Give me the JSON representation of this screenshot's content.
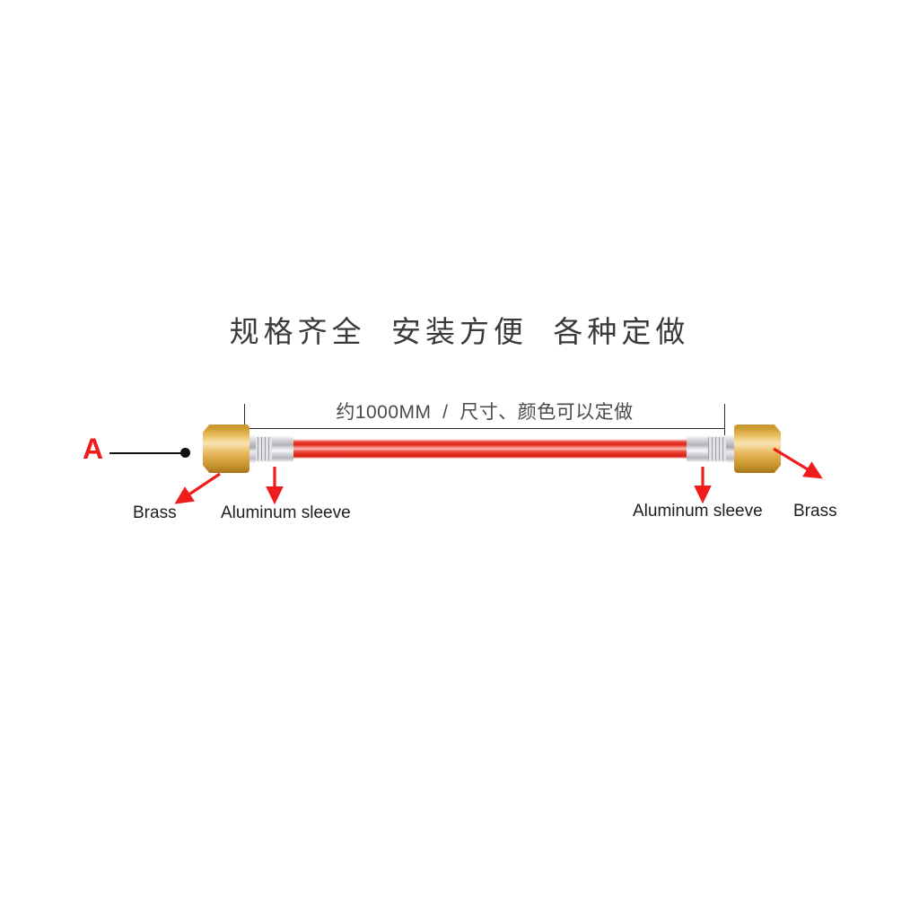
{
  "headline": {
    "text": "规格齐全  安装方便  各种定做"
  },
  "dimension": {
    "label": "约1000MM  /  尺寸、颜色可以定做",
    "length_value": "约1000MM",
    "note": "尺寸、颜色可以定做",
    "separator": "/"
  },
  "variant_marker": {
    "label": "A",
    "color": "#ee1c1c"
  },
  "callouts": [
    {
      "id": "brass-left",
      "label": "Brass"
    },
    {
      "id": "sleeve-left",
      "label": "Aluminum sleeve"
    },
    {
      "id": "sleeve-right",
      "label": "Aluminum sleeve"
    },
    {
      "id": "brass-right",
      "label": "Brass"
    }
  ],
  "product": {
    "components": [
      {
        "name": "brass-fitting-left",
        "material": "Brass"
      },
      {
        "name": "aluminum-sleeve-left",
        "material": "Aluminum sleeve"
      },
      {
        "name": "hose-body",
        "material": "Red hose"
      },
      {
        "name": "aluminum-sleeve-right",
        "material": "Aluminum sleeve"
      },
      {
        "name": "brass-fitting-right",
        "material": "Brass"
      }
    ]
  },
  "colors": {
    "hose": "#e02a1c",
    "hose_highlight": "#fbb9b1",
    "brass": "#e3b355",
    "brass_dark": "#a9761d",
    "sleeve": "#c8c8cc",
    "arrow": "#ee1c1c",
    "headline_text": "#3a3a3a",
    "dimension_text": "#4a4a4a",
    "callout_text": "#1d1d1d",
    "line": "#2b2b2b"
  }
}
